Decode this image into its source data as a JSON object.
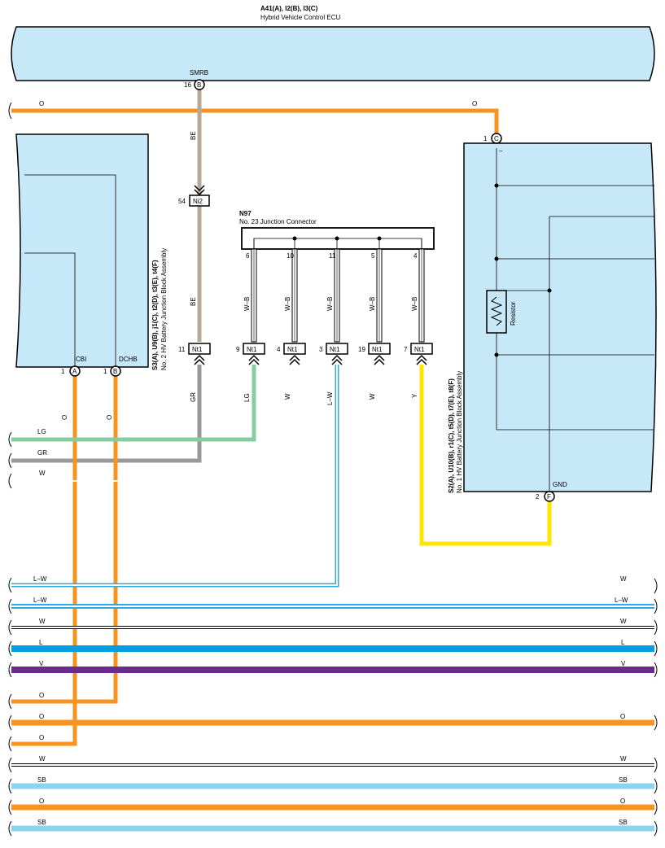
{
  "colors": {
    "O": "#f7931e",
    "BE": "#b8a898",
    "GR": "#999999",
    "LG": "#86cca0",
    "Y": "#ffe600",
    "L_W": "#33aadd",
    "L": "#00a0e0",
    "V": "#6a2b8c",
    "SB": "#8dd4f2",
    "component_fill": "#c6e8f8"
  },
  "ecu": {
    "codes": "A41(A), I2(B), I3(C)",
    "name": "Hybrid Vehicle Control ECU",
    "pin_smrb_name": "SMRB",
    "pin_smrb_num": "16",
    "pin_smrb_conn": "B",
    "pin_c_num": "1",
    "pin_c_conn": "C"
  },
  "block2": {
    "codes": "S3(A), U9(B), j1(C), t2(D), t3(E), t4(F)",
    "name": "No. 2 HV Battery Junction Block Assembly",
    "cbi_name": "CBI",
    "cbi_num": "1",
    "cbi_conn": "A",
    "dchb_name": "DCHB",
    "dchb_num": "1",
    "dchb_conn": "B"
  },
  "block1": {
    "codes": "S2(A), U10(B), r1(C), t5(D), t7(E), t8(F)",
    "name": "No. 1 HV Battery Junction Block Assembly",
    "minus": "–",
    "resistor": "Resistor",
    "gnd_name": "GND",
    "gnd_num": "2",
    "gnd_conn": "F"
  },
  "junction": {
    "code": "N97",
    "name": "No.  23 Junction Connector",
    "pins": [
      "6",
      "10",
      "11",
      "5",
      "4"
    ],
    "wire": "W–B"
  },
  "connectors": {
    "ni2_num": "54",
    "ni2_label": "Ni2",
    "nt1_label": "Nt1",
    "nt1_pins": [
      "11",
      "9",
      "4",
      "3",
      "19",
      "7"
    ]
  },
  "wires": {
    "O": "O",
    "BE": "BE",
    "GR": "GR",
    "LG": "LG",
    "W": "W",
    "L_W": "L–W",
    "Y": "Y",
    "L": "L",
    "V": "V",
    "SB": "SB"
  }
}
